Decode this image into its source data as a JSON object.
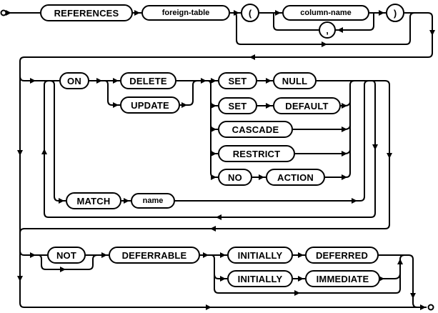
{
  "diagram": {
    "kind": "railroad-syntax-diagram",
    "colors": {
      "line": "#000000",
      "background": "#ffffff",
      "node_fill": "#ffffff",
      "node_border": "#000000"
    },
    "nodes": {
      "references": {
        "label": "REFERENCES",
        "type": "keyword"
      },
      "foreign_table": {
        "label": "foreign-table",
        "type": "nonterminal"
      },
      "lparen": {
        "label": "(",
        "type": "punctuation"
      },
      "column_name": {
        "label": "column-name",
        "type": "nonterminal"
      },
      "comma": {
        "label": ",",
        "type": "punctuation"
      },
      "rparen": {
        "label": ")",
        "type": "punctuation"
      },
      "on": {
        "label": "ON",
        "type": "keyword"
      },
      "delete": {
        "label": "DELETE",
        "type": "keyword"
      },
      "update": {
        "label": "UPDATE",
        "type": "keyword"
      },
      "set_1": {
        "label": "SET",
        "type": "keyword"
      },
      "null": {
        "label": "NULL",
        "type": "keyword"
      },
      "set_2": {
        "label": "SET",
        "type": "keyword"
      },
      "default": {
        "label": "DEFAULT",
        "type": "keyword"
      },
      "cascade": {
        "label": "CASCADE",
        "type": "keyword"
      },
      "restrict": {
        "label": "RESTRICT",
        "type": "keyword"
      },
      "no": {
        "label": "NO",
        "type": "keyword"
      },
      "action": {
        "label": "ACTION",
        "type": "keyword"
      },
      "match": {
        "label": "MATCH",
        "type": "keyword"
      },
      "name": {
        "label": "name",
        "type": "nonterminal"
      },
      "not": {
        "label": "NOT",
        "type": "keyword"
      },
      "deferrable": {
        "label": "DEFERRABLE",
        "type": "keyword"
      },
      "initially_1": {
        "label": "INITIALLY",
        "type": "keyword"
      },
      "deferred": {
        "label": "DEFERRED",
        "type": "keyword"
      },
      "initially_2": {
        "label": "INITIALLY",
        "type": "keyword"
      },
      "immediate": {
        "label": "IMMEDIATE",
        "type": "keyword"
      }
    }
  }
}
